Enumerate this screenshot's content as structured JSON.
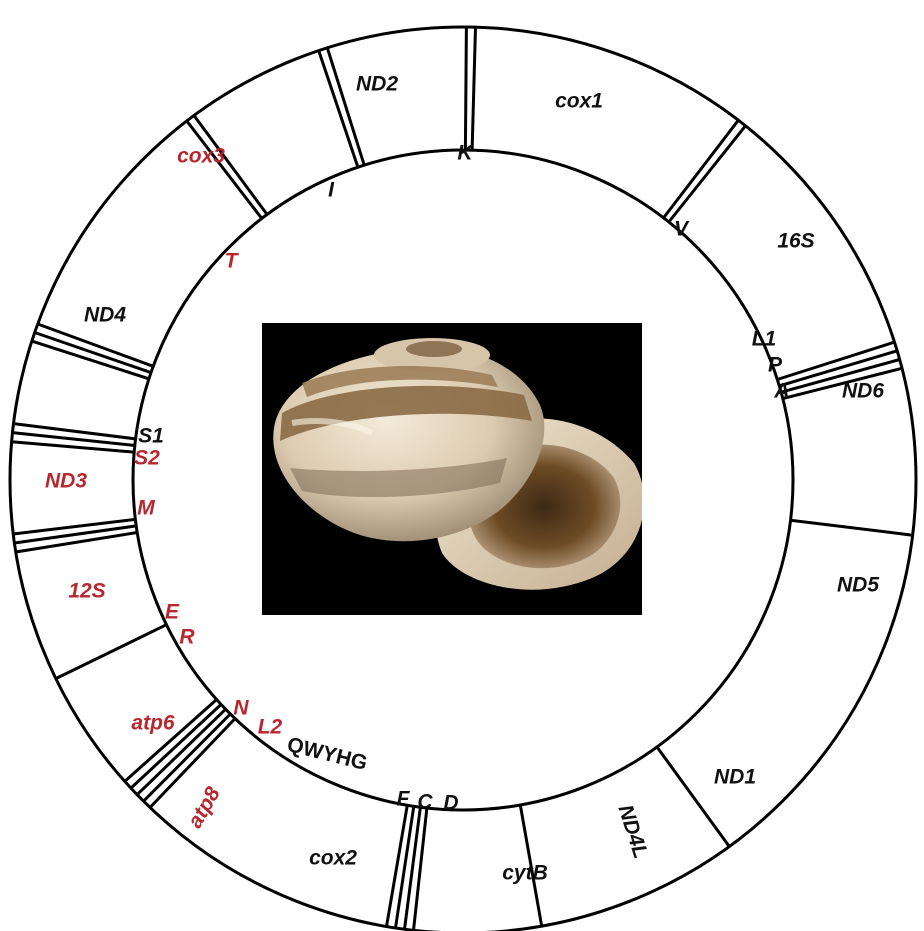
{
  "diagram": {
    "colors": {
      "black_strand": "#111111",
      "red_strand": "#b8262e"
    },
    "genes": [
      {
        "label": "cox1",
        "color": "#111111"
      },
      {
        "label": "16S",
        "color": "#111111"
      },
      {
        "label": "ND6",
        "color": "#111111"
      },
      {
        "label": "ND5",
        "color": "#111111"
      },
      {
        "label": "ND1",
        "color": "#111111"
      },
      {
        "label": "ND4L",
        "color": "#111111"
      },
      {
        "label": "cytB",
        "color": "#111111"
      },
      {
        "label": "cox2",
        "color": "#111111"
      },
      {
        "label": "atp8",
        "color": "#b8262e"
      },
      {
        "label": "atp6",
        "color": "#b8262e"
      },
      {
        "label": "12S",
        "color": "#b8262e"
      },
      {
        "label": "ND3",
        "color": "#b8262e"
      },
      {
        "label": "ND4",
        "color": "#111111"
      },
      {
        "label": "cox3",
        "color": "#b8262e"
      },
      {
        "label": "ND2",
        "color": "#111111"
      }
    ],
    "trnas": [
      {
        "label": "K",
        "color": "#111111"
      },
      {
        "label": "V",
        "color": "#111111"
      },
      {
        "label": "L1",
        "color": "#111111"
      },
      {
        "label": "P",
        "color": "#111111"
      },
      {
        "label": "A",
        "color": "#111111"
      },
      {
        "label": "D",
        "color": "#111111"
      },
      {
        "label": "C",
        "color": "#111111"
      },
      {
        "label": "F",
        "color": "#111111"
      },
      {
        "label": "QWYHG",
        "color": "#111111"
      },
      {
        "label": "L2",
        "color": "#b8262e"
      },
      {
        "label": "N",
        "color": "#b8262e"
      },
      {
        "label": "R",
        "color": "#b8262e"
      },
      {
        "label": "E",
        "color": "#b8262e"
      },
      {
        "label": "M",
        "color": "#b8262e"
      },
      {
        "label": "S2",
        "color": "#b8262e"
      },
      {
        "label": "S1",
        "color": "#111111"
      },
      {
        "label": "T",
        "color": "#b8262e"
      },
      {
        "label": "I",
        "color": "#111111"
      }
    ]
  }
}
